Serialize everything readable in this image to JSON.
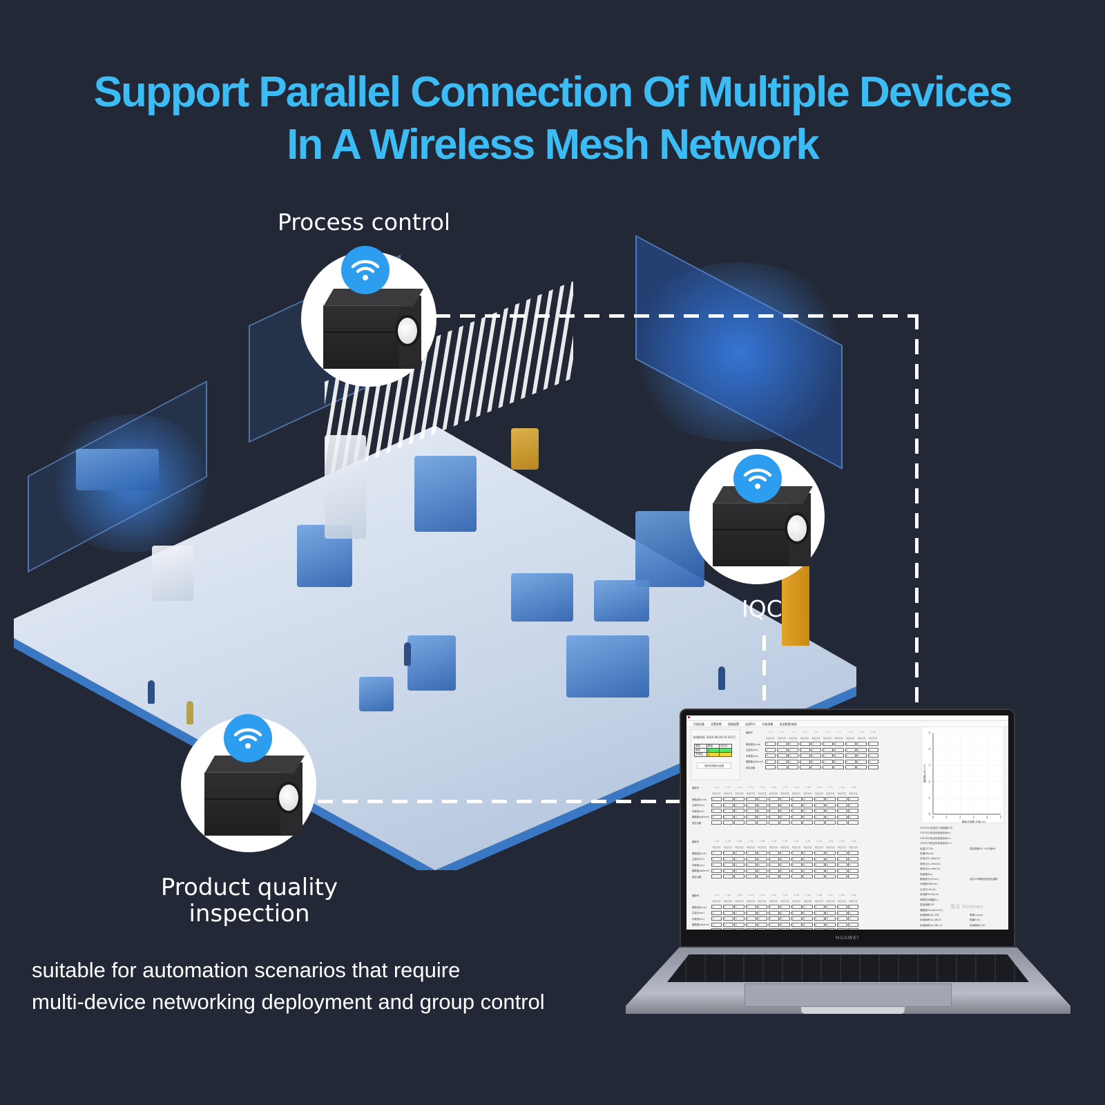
{
  "headline": {
    "line1": "Support Parallel Connection Of Multiple Devices",
    "line2": "In A Wireless Mesh Network",
    "color": "#3cbcf4"
  },
  "background_color": "#222836",
  "devices": [
    {
      "id": "process-control",
      "label": "Process control",
      "icon": "wifi-icon"
    },
    {
      "id": "iqc",
      "label": "IQC",
      "icon": "wifi-icon"
    },
    {
      "id": "product-quality",
      "label_line1": "Product quality",
      "label_line2": "inspection",
      "icon": "wifi-icon"
    }
  ],
  "wifi_badge_color": "#2d9df0",
  "description": {
    "line1": "suitable for automation scenarios that require",
    "line2": "multi-device networking deployment and group control"
  },
  "laptop": {
    "brand": "HUAWEI",
    "software": {
      "menu": [
        "扫描设备",
        "设置参数",
        "智能配置",
        "连接PLC",
        "开始采集",
        "导出数据/曲线"
      ],
      "detection_time_label": "检测时间: 2024-08-28 15:20:17",
      "stats_table": {
        "headers": [
          "类别",
          "数量",
          "百分比"
        ],
        "rows": [
          {
            "label": "良品",
            "count": "0",
            "percent": ""
          },
          {
            "label": "不良品",
            "count": "0",
            "percent": ""
          }
        ]
      },
      "save_button": "保存检测统计结果",
      "channel_label": "通道号",
      "channel_sublabel": "响应光谱",
      "row_labels": [
        "峰值波长(nm)",
        "主波长(nm)",
        "半峰宽(nm)",
        "辐照度(μW/cm²)",
        "是否合格"
      ],
      "channel_groups": [
        {
          "channels": [
            "1",
            "2",
            "3",
            "4",
            "5",
            "6",
            "7",
            "8",
            "9",
            "10"
          ]
        },
        {
          "channels": [
            "11",
            "12",
            "13",
            "14",
            "15",
            "16",
            "17",
            "18",
            "19",
            "20",
            "21",
            "22",
            "23"
          ]
        },
        {
          "channels": [
            "24",
            "25",
            "26",
            "27",
            "28",
            "29",
            "30",
            "31",
            "32",
            "33",
            "34",
            "35",
            "36"
          ]
        },
        {
          "channels": [
            "37",
            "38",
            "39",
            "40",
            "41",
            "42",
            "43",
            "44",
            "45",
            "46",
            "47",
            "48",
            "49"
          ]
        }
      ],
      "default_value": "0",
      "chart": {
        "y_ticks": [
          "0",
          "1",
          "2",
          "3",
          "4",
          "5"
        ],
        "x_ticks": [
          "0",
          "1",
          "2",
          "3",
          "4",
          "5"
        ],
        "xlabel": "通道/光谱图  光谱(nm)",
        "ylabel": "辐照度(μW/cm²)"
      },
      "readouts": [
        "CIE1931色坐标三刺激值XYZ",
        "CIE1931色坐标色度坐标xy",
        "CIE1960色坐标色度坐标uv",
        "CIE1976色坐标色度坐标u'v'",
        "色温CCT(K)",
        "亮度Nit(nit)",
        "红色比R_ratio(%)",
        "绿色比G_ratio(%)",
        "蓝色比B_ratio(%)",
        "色差值Duv",
        "峰值波长LP(nm)",
        "半峰宽HW(nm)",
        "主波长Ld(nm)",
        "色纯度Purity(%)",
        "明视觉光通量Ev",
        "显色指数CRI",
        "辐照度Ee(μW/cm2)",
        "色域面积GA_EES",
        "色域面积GA_BB_8",
        "色域面积GA_BB_15"
      ],
      "readouts_right": [
        "显色指数R1~R15值Ra",
        "对应15种颜色的显色指数",
        "照度Lux(lx)",
        "照度E(lx)",
        "色域面积CQS"
      ],
      "watermark": "激活 Windows"
    }
  }
}
